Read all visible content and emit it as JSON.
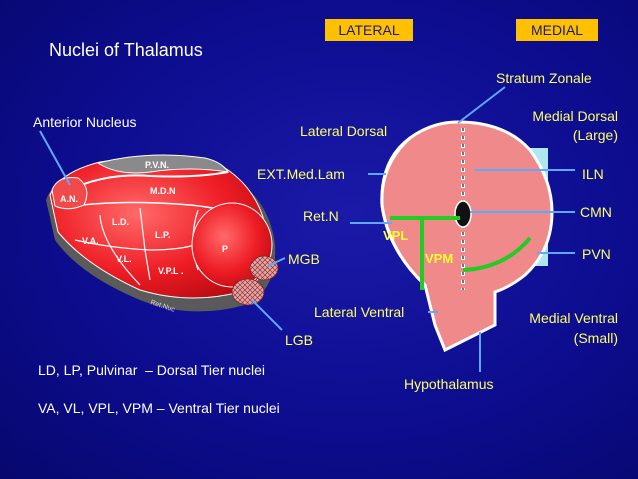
{
  "title": "Nuclei of Thalamus",
  "tags": {
    "lateral": "LATERAL",
    "medial": "MEDIAL"
  },
  "left_diagram": {
    "anterior_label": "Anterior Nucleus",
    "parts": {
      "pvn": "P.V.N.",
      "mdn": "M.D.N",
      "an": "A.N.",
      "ld": "L.D.",
      "lp": "L.P.",
      "va": "V.A.",
      "vl": "V.L.",
      "vpl": "V.P.L .",
      "p": "P",
      "bottom": "Ret.Nuc"
    }
  },
  "right_labels": {
    "stratum_zonale": "Stratum Zonale",
    "lateral_dorsal": "Lateral Dorsal",
    "medial_dorsal": "Medial Dorsal",
    "medial_dorsal_sub": "(Large)",
    "ext_med_lam": "EXT.Med.Lam",
    "iln": "ILN",
    "ret_n": "Ret.N",
    "cmn": "CMN",
    "vpl": "VPL",
    "vpm": "VPM",
    "mgb": "MGB",
    "pvn": "PVN",
    "lateral_ventral": "Lateral Ventral",
    "medial_ventral": "Medial Ventral",
    "medial_ventral_sub": "(Small)",
    "lgb": "LGB",
    "hypothalamus": "Hypothalamus"
  },
  "notes": {
    "dorsal": "LD, LP, Pulvinar  – Dorsal Tier nuclei",
    "ventral": "VA, VL, VPL, VPM – Ventral Tier nuclei"
  },
  "colors": {
    "background": "#0d0d90",
    "tag": "#ffc000",
    "nucleus_red": "#ee1c24",
    "section_pink": "#f08a8a",
    "lamina_green": "#22cc22",
    "leader_blue": "#5fa8ff"
  }
}
